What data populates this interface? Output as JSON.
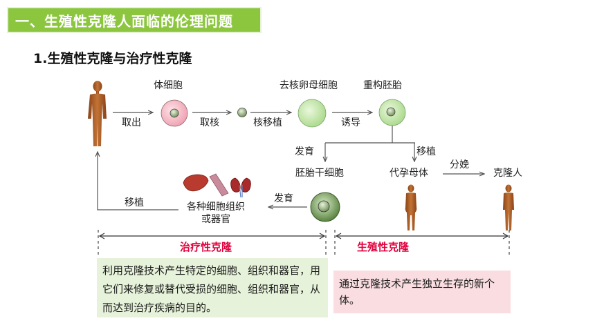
{
  "header": {
    "section_title": "一、生殖性克隆人面临的伦理问题",
    "subtitle": "1.生殖性克隆与治疗性克隆"
  },
  "diagram": {
    "labels": {
      "body_cell": "体细胞",
      "enucleated_egg": "去核卵母细胞",
      "reconstructed_embryo": "重构胚胎",
      "take_out": "取出",
      "take_nucleus": "取核",
      "nuclear_transfer": "核移植",
      "induce": "诱导",
      "develop_1": "发育",
      "transplant_1": "移植",
      "embryonic_stem_cell": "胚胎干细胞",
      "surrogate_mother": "代孕母体",
      "delivery": "分娩",
      "clone_human": "克隆人",
      "develop_2": "发育",
      "transplant_2": "移植",
      "tissues_line1": "各种细胞组织",
      "tissues_line2": "或器官"
    },
    "ranges": {
      "therapeutic": "治疗性克隆",
      "reproductive": "生殖性克隆"
    }
  },
  "notes": {
    "therapeutic_desc": "利用克隆技术产生特定的细胞、组织和器官，用它们来修复或替代受损的细胞、组织和器官，从而达到治疗疾病的目的。",
    "reproductive_desc": "通过克隆技术产生独立生存的新个体。"
  },
  "colors": {
    "title_bar": "#8cc63f",
    "range_label": "#e0003c",
    "therapeutic_box": "#e6f2d9",
    "reproductive_box": "#f9dde1",
    "body_cell_fill": "#f4b8c2",
    "egg_fill": "#c8e8a8",
    "figure_skin": "#b5652e"
  }
}
